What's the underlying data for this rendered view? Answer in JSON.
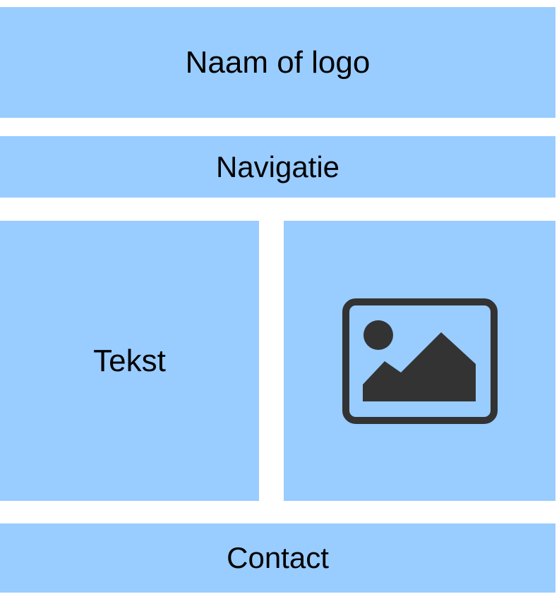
{
  "layout": {
    "header": {
      "label": "Naam of logo"
    },
    "navigation": {
      "label": "Navigatie"
    },
    "content": {
      "text_label": "Tekst",
      "image_icon": "image-icon"
    },
    "footer": {
      "label": "Contact"
    }
  },
  "colors": {
    "block": "#99ccff",
    "background": "#ffffff",
    "text": "#000000",
    "icon": "#333333"
  }
}
